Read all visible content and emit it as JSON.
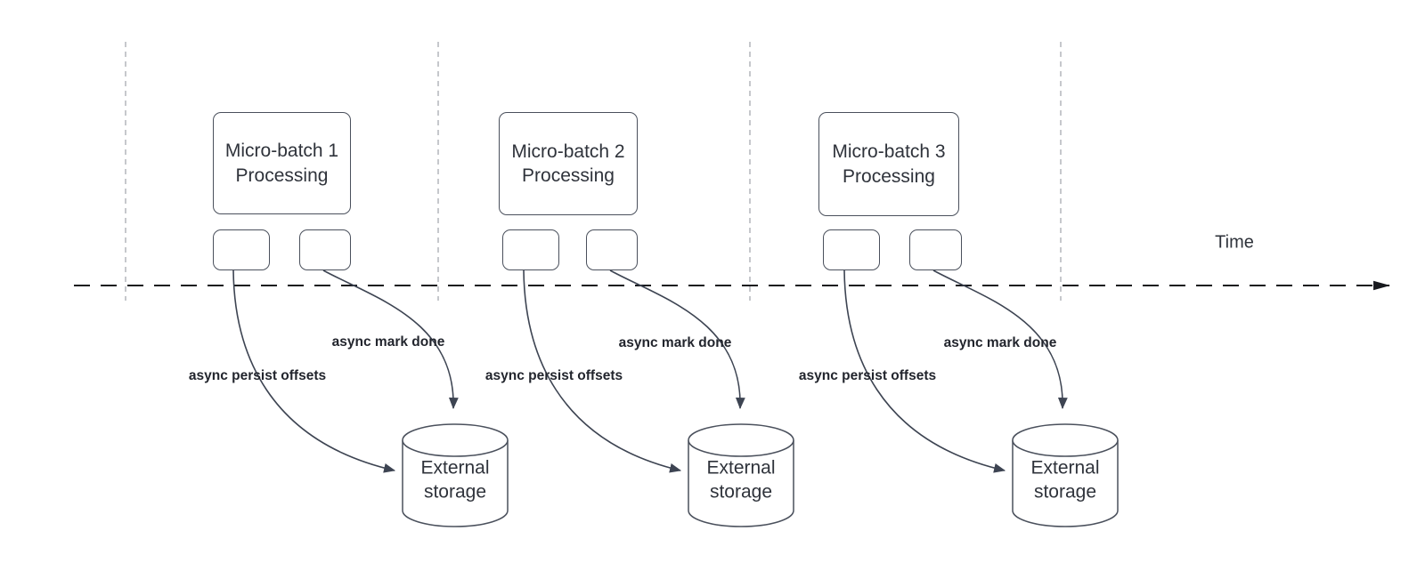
{
  "diagram": {
    "time_label": "Time",
    "sections": [
      {
        "batch_label": "Micro-batch 1\nProcessing",
        "persist_label": "async persist offsets",
        "done_label": "async mark done",
        "storage_label": "External\nstorage"
      },
      {
        "batch_label": "Micro-batch 2\nProcessing",
        "persist_label": "async persist offsets",
        "done_label": "async mark done",
        "storage_label": "External\nstorage"
      },
      {
        "batch_label": "Micro-batch 3\nProcessing",
        "persist_label": "async persist offsets",
        "done_label": "async mark done",
        "storage_label": "External\nstorage"
      }
    ],
    "colors": {
      "line": "#3d4452",
      "timeline": "#17191e",
      "divider": "#b3b6bb",
      "label": "#22252d",
      "box_text": "#2f333b",
      "box_border": "#4a505c",
      "background": "#ffffff"
    }
  }
}
